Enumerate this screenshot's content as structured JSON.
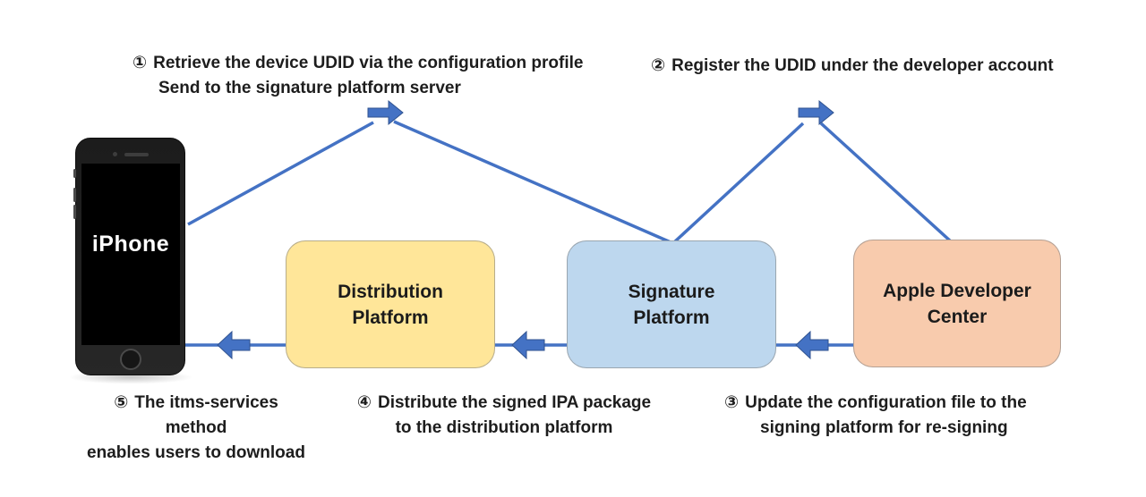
{
  "colors": {
    "connector_blue": "#4472C4",
    "connector_blue_dark": "#2F528F",
    "node_yellow": "#FFE699",
    "node_blue": "#BDD7EE",
    "node_peach": "#F8CBAD",
    "text_dark": "#1d1d1d",
    "phone_body": "#212121"
  },
  "phone": {
    "label": "iPhone"
  },
  "nodes": [
    {
      "id": "distribution-platform",
      "line1": "Distribution",
      "line2": "Platform"
    },
    {
      "id": "signature-platform",
      "line1": "Signature",
      "line2": "Platform"
    },
    {
      "id": "apple-developer-center",
      "line1": "Apple Developer",
      "line2": "Center"
    }
  ],
  "steps": [
    {
      "marker": "①",
      "line1": "Retrieve the device UDID via the configuration profile",
      "line2": "Send to the signature platform server"
    },
    {
      "marker": "②",
      "line1": "Register the UDID under the developer account"
    },
    {
      "marker": "③",
      "line1": "Update the configuration file to the",
      "line2": "signing platform for re-signing"
    },
    {
      "marker": "④",
      "line1": "Distribute the signed IPA package",
      "line2": "to the distribution platform"
    },
    {
      "marker": "⑤",
      "line1": "The itms-services method",
      "line2": "enables users to download"
    }
  ]
}
